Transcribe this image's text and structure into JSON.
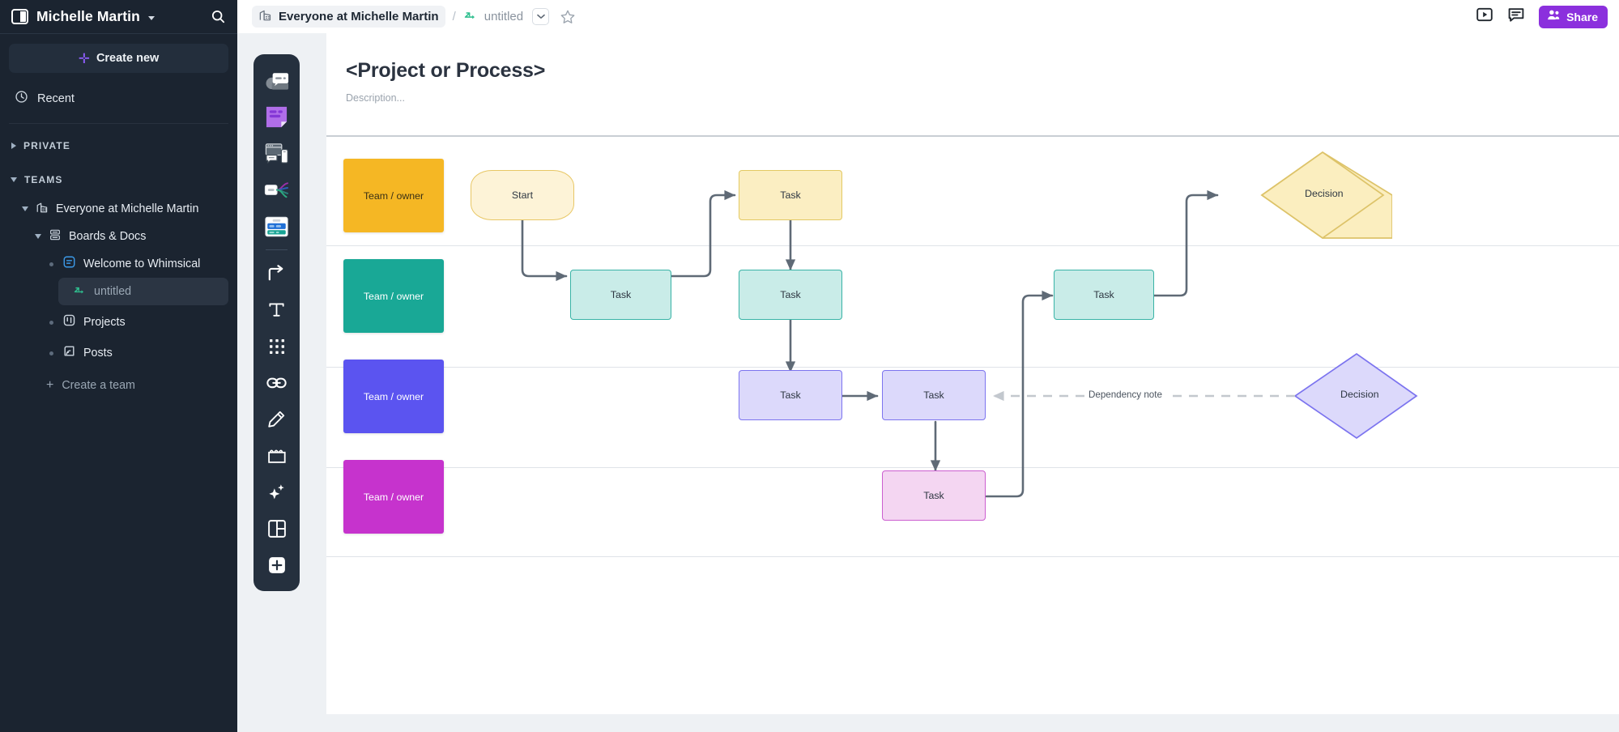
{
  "sidebar": {
    "workspace_name": "Michelle Martin",
    "logo_icon": "whimsical-logo-icon",
    "search_icon": "search-icon",
    "create_new": {
      "label": "Create new",
      "icon": "plus-icon"
    },
    "recent": {
      "label": "Recent",
      "icon": "clock-icon"
    },
    "sections": [
      {
        "label": "PRIVATE",
        "expanded": false
      },
      {
        "label": "TEAMS",
        "expanded": true
      }
    ],
    "tree": [
      {
        "label": "Everyone at Michelle Martin",
        "icon": "team-building-icon",
        "depth": 1,
        "expanded": true,
        "selected": false
      },
      {
        "label": "Boards & Docs",
        "icon": "boards-docs-icon",
        "depth": 2,
        "expanded": true,
        "selected": false
      },
      {
        "label": "Welcome to Whimsical",
        "icon": "doc-icon",
        "depth": 3,
        "expanded": null,
        "selected": false
      },
      {
        "label": "untitled",
        "icon": "flowchart-icon",
        "depth": 3,
        "expanded": null,
        "selected": true
      },
      {
        "label": "Projects",
        "icon": "projects-icon",
        "depth": 2,
        "expanded": null,
        "selected": false
      },
      {
        "label": "Posts",
        "icon": "posts-icon",
        "depth": 2,
        "expanded": null,
        "selected": false
      }
    ],
    "create_team": {
      "label": "Create a team",
      "icon": "plus-icon"
    }
  },
  "topbar": {
    "breadcrumb_team": "Everyone at Michelle Martin",
    "breadcrumb_team_icon": "team-building-icon",
    "separator": "/",
    "breadcrumb_file": "untitled",
    "breadcrumb_file_icon": "flowchart-icon",
    "chevron_icon": "chevron-down-icon",
    "star_icon": "star-outline-icon",
    "present_icon": "present-play-icon",
    "comment_icon": "comment-icon",
    "share": {
      "label": "Share",
      "icon": "people-icon",
      "color": "#8b30dd"
    }
  },
  "toolbar": {
    "items": [
      {
        "name": "select-tool",
        "icon": "cursor-comment-icon"
      },
      {
        "name": "sticky-note-tool",
        "icon": "sticky-note-icon"
      },
      {
        "name": "wireframe-tool",
        "icon": "wireframe-icon"
      },
      {
        "name": "mindmap-tool",
        "icon": "mindmap-icon"
      },
      {
        "name": "flowchart-tool",
        "icon": "flowchart-board-icon"
      },
      {
        "name": "connector-tool",
        "icon": "arrow-connector-icon"
      },
      {
        "name": "text-tool",
        "icon": "text-t-icon"
      },
      {
        "name": "grid-tool",
        "icon": "dots-grid-icon"
      },
      {
        "name": "link-tool",
        "icon": "link-chain-icon"
      },
      {
        "name": "draw-tool",
        "icon": "pencil-icon"
      },
      {
        "name": "frame-tool",
        "icon": "frame-icon"
      },
      {
        "name": "ai-tool",
        "icon": "sparkles-icon"
      },
      {
        "name": "layout-tool",
        "icon": "layout-panels-icon"
      },
      {
        "name": "add-tool",
        "icon": "plus-square-icon"
      }
    ]
  },
  "canvas": {
    "title": "<Project or Process>",
    "description": "Description..."
  },
  "chart_data": {
    "type": "diagram",
    "title": "<Project or Process>",
    "subtitle": "Description...",
    "lanes": [
      {
        "label": "Team / owner",
        "color": "#f5b724",
        "text_color": "#3b3115"
      },
      {
        "label": "Team / owner",
        "color": "#19a896",
        "text_color": "#ffffff"
      },
      {
        "label": "Team / owner",
        "color": "#5b54f0",
        "text_color": "#ffffff"
      },
      {
        "label": "Team / owner",
        "color": "#c633cd",
        "text_color": "#ffffff"
      }
    ],
    "nodes": [
      {
        "id": "start",
        "label": "Start",
        "shape": "terminator",
        "lane": 0,
        "fill": "#fdf3d7",
        "stroke": "#e8c765"
      },
      {
        "id": "t1",
        "label": "Task",
        "shape": "rect",
        "lane": 0,
        "fill": "#fbeec2",
        "stroke": "#e3c963"
      },
      {
        "id": "d1",
        "label": "Decision",
        "shape": "diamond",
        "lane": 0,
        "fill": "#fbeebf",
        "stroke": "#ddc369"
      },
      {
        "id": "t2",
        "label": "Task",
        "shape": "rect",
        "lane": 1,
        "fill": "#c9ece8",
        "stroke": "#39b3a6"
      },
      {
        "id": "t3",
        "label": "Task",
        "shape": "rect",
        "lane": 1,
        "fill": "#c9ece8",
        "stroke": "#39b3a6"
      },
      {
        "id": "t4",
        "label": "Task",
        "shape": "rect",
        "lane": 1,
        "fill": "#c9ece8",
        "stroke": "#39b3a6"
      },
      {
        "id": "t5",
        "label": "Task",
        "shape": "rect",
        "lane": 2,
        "fill": "#dcd9fb",
        "stroke": "#7c74ef"
      },
      {
        "id": "t6",
        "label": "Task",
        "shape": "rect",
        "lane": 2,
        "fill": "#dcd9fb",
        "stroke": "#7c74ef"
      },
      {
        "id": "d2",
        "label": "Decision",
        "shape": "diamond",
        "lane": 2,
        "fill": "#dcd9fb",
        "stroke": "#7c74ef"
      },
      {
        "id": "t7",
        "label": "Task",
        "shape": "rect",
        "lane": 3,
        "fill": "#f4d6f2",
        "stroke": "#cc5fd0"
      }
    ],
    "edges": [
      {
        "from": "start",
        "to": "t2",
        "style": "solid"
      },
      {
        "from": "t2",
        "to": "t1",
        "style": "solid"
      },
      {
        "from": "t1",
        "to": "t3",
        "style": "solid"
      },
      {
        "from": "t3",
        "to": "t5",
        "style": "solid"
      },
      {
        "from": "t5",
        "to": "t6",
        "style": "solid"
      },
      {
        "from": "t6",
        "to": "t7",
        "style": "solid"
      },
      {
        "from": "t7",
        "to": "t4",
        "style": "solid"
      },
      {
        "from": "t4",
        "to": "d1",
        "style": "solid"
      },
      {
        "from": "d2",
        "to": "t6",
        "style": "dashed",
        "label": "Dependency note"
      }
    ],
    "annotations": [
      {
        "text": "Dependency note",
        "kind": "edge-label"
      }
    ]
  }
}
